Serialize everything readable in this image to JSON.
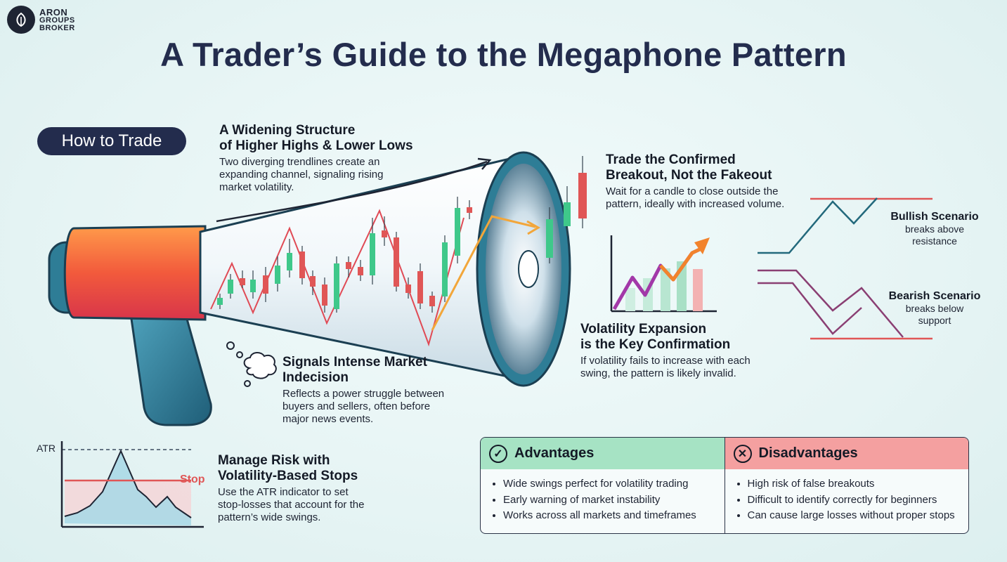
{
  "brand": {
    "line1": "ARON",
    "line2": "GROUPS",
    "line3": "BROKER"
  },
  "title": "A Trader’s Guide to the Megaphone Pattern",
  "pill": "How to Trade",
  "widening": {
    "heading_1": "A Widening Structure",
    "heading_2": "of Higher Highs & Lower Lows",
    "body_1": "Two diverging trendlines create an",
    "body_2": "expanding channel, signaling rising",
    "body_3": "market volatility."
  },
  "breakout": {
    "heading_1": "Trade the Confirmed",
    "heading_2": "Breakout, Not the Fakeout",
    "body_1": "Wait for a candle to close outside the",
    "body_2": "pattern, ideally with increased volume."
  },
  "bullish": {
    "title": "Bullish Scenario",
    "line1": "breaks above",
    "line2": "resistance"
  },
  "bearish": {
    "title": "Bearish Scenario",
    "line1": "breaks below",
    "line2": "support"
  },
  "volatility": {
    "heading_1": "Volatility Expansion",
    "heading_2": "is the Key Confirmation",
    "body_1": "If volatility fails to increase with each",
    "body_2": "swing, the pattern is likely invalid."
  },
  "indecision": {
    "heading_1": "Signals Intense Market",
    "heading_2": "Indecision",
    "body_1": "Reflects a power struggle between",
    "body_2": "buyers and sellers, often before",
    "body_3": "major news events."
  },
  "risk": {
    "heading_1": "Manage Risk with",
    "heading_2": "Volatility-Based Stops",
    "body_1": "Use the ATR indicator to set",
    "body_2": "stop-losses that account for the",
    "body_3": "pattern’s wide swings."
  },
  "atr_chart": {
    "axis_label": "ATR",
    "stop_label": "Stop"
  },
  "advantages": {
    "title": "Advantages",
    "icon": "check-icon",
    "items": [
      "Wide swings perfect for volatility trading",
      "Early warning of market instability",
      "Works across all markets and timeframes"
    ]
  },
  "disadvantages": {
    "title": "Disadvantages",
    "icon": "x-icon",
    "items": [
      "High risk of false breakouts",
      "Difficult to identify correctly for beginners",
      "Can cause large losses without proper stops"
    ]
  },
  "colors": {
    "navy": "#232c4d",
    "bull_green": "#3fc88a",
    "bear_red": "#e05656",
    "adv_header": "#a6e3c4",
    "dis_header": "#f4a0a0",
    "megaphone_orange": "#f25a3c",
    "megaphone_teal": "#2e7d96"
  }
}
